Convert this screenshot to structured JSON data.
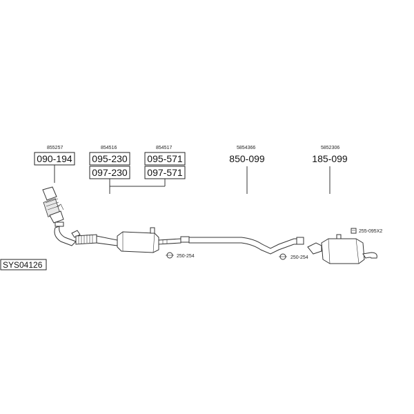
{
  "system_code": "SYS04126",
  "refs": {
    "r1": "855257",
    "r2": "854516",
    "r3": "854517",
    "r4": "5854366",
    "r5": "5852306"
  },
  "parts": {
    "p1": "090-194",
    "p2a": "095-230",
    "p2b": "097-230",
    "p3a": "095-571",
    "p3b": "097-571",
    "p4": "850-099",
    "p5": "185-099"
  },
  "clamps": {
    "c1": "250-254",
    "c2": "250-254",
    "hanger": "255-095X2"
  }
}
